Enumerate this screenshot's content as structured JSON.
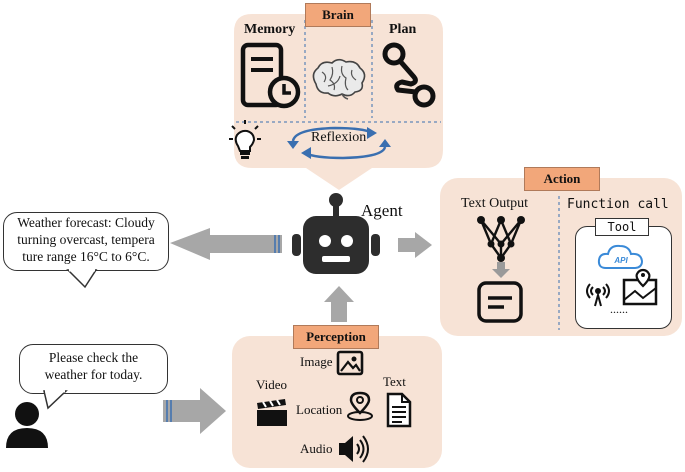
{
  "brain": {
    "title": "Brain",
    "memory_label": "Memory",
    "plan_label": "Plan",
    "reflexion_label": "Reflexion"
  },
  "agent": {
    "label": "Agent"
  },
  "action": {
    "title": "Action",
    "text_output_label": "Text Output",
    "function_call_label": "Function call",
    "tool_label": "Tool",
    "api_label": "API",
    "more": "......"
  },
  "perception": {
    "title": "Perception",
    "image_label": "Image",
    "video_label": "Video",
    "text_label": "Text",
    "location_label": "Location",
    "audio_label": "Audio"
  },
  "output_bubble": {
    "line1": "Weather forecast: Cloudy",
    "line2": "turning overcast, tempera",
    "line3": "ture range 16°C to 6°C."
  },
  "input_bubble": {
    "line1": "Please check the",
    "line2": "weather for today."
  },
  "colors": {
    "panel": "#f7e3d6",
    "tag": "#f2a77a",
    "arrow": "#9a9a9a",
    "reflexion": "#3a6fb0"
  }
}
